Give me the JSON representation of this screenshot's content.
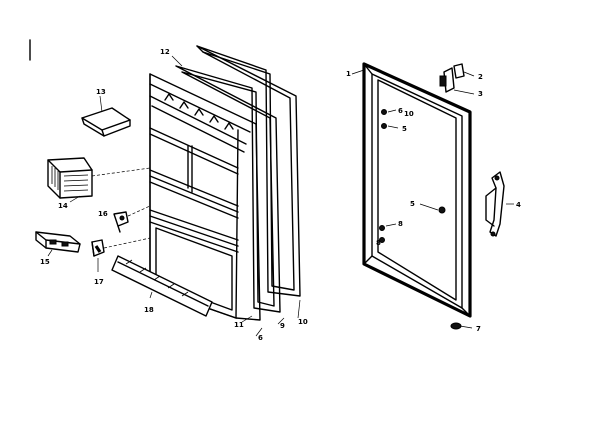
{
  "labels": {
    "p1": "1",
    "p2": "2",
    "p3": "3",
    "p4": "4",
    "p5a": "5",
    "p5b": "5",
    "p6a": "6",
    "p6b": "6",
    "p7": "7",
    "p8a": "8",
    "p8b": "8",
    "p9": "9",
    "p10": "10",
    "p11": "11",
    "p12": "12",
    "p13": "13",
    "p14": "14",
    "p15": "15",
    "p16": "16",
    "p17": "17",
    "p18": "18",
    "p19": "10"
  }
}
